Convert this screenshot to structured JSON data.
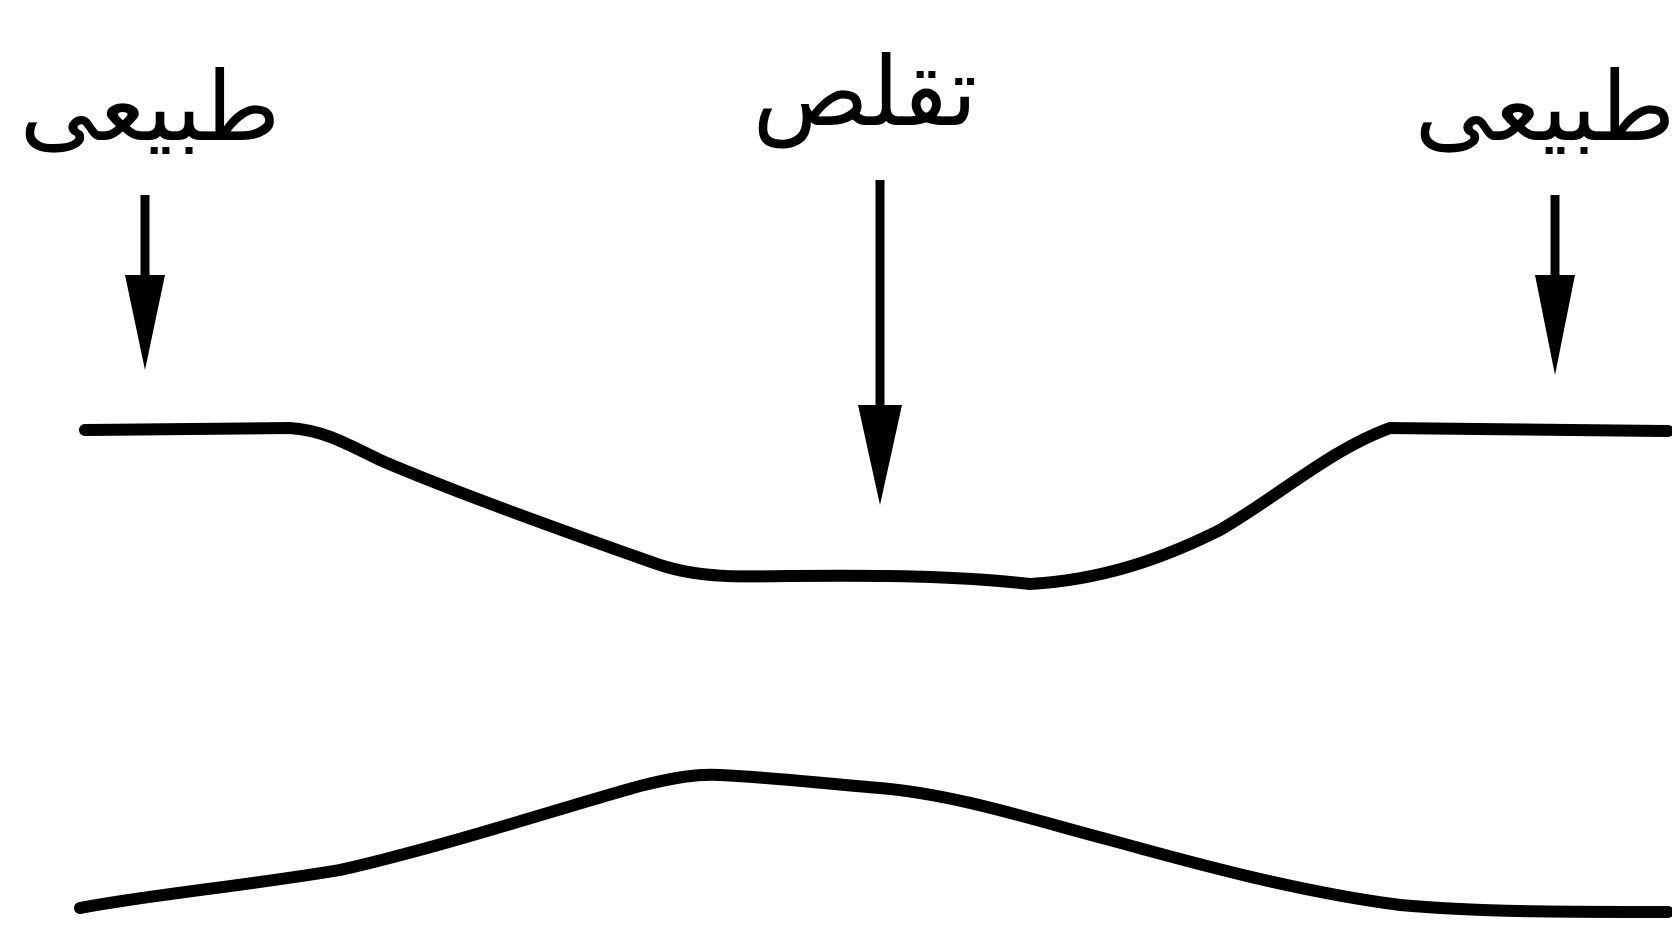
{
  "labels": {
    "left": "طبيعى",
    "center": "تقلص",
    "right": "طبيعى"
  },
  "colors": {
    "stroke": "#000000",
    "background": "#ffffff"
  }
}
